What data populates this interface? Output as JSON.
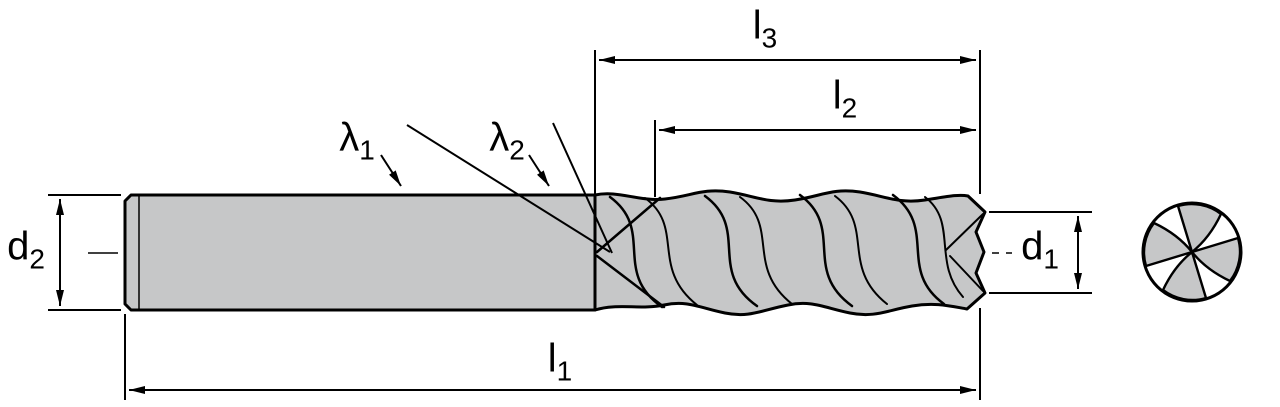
{
  "diagram": {
    "labels": {
      "l1": {
        "base": "l",
        "sub": "1"
      },
      "l2": {
        "base": "l",
        "sub": "2"
      },
      "l3": {
        "base": "l",
        "sub": "3"
      },
      "d1": {
        "base": "d",
        "sub": "1"
      },
      "d2": {
        "base": "d",
        "sub": "2"
      },
      "lambda1": {
        "base": "λ",
        "sub": "1"
      },
      "lambda2": {
        "base": "λ",
        "sub": "2"
      }
    },
    "colors": {
      "tool_fill": "#c6c7c8",
      "outline": "#000000",
      "background": "#ffffff"
    }
  }
}
